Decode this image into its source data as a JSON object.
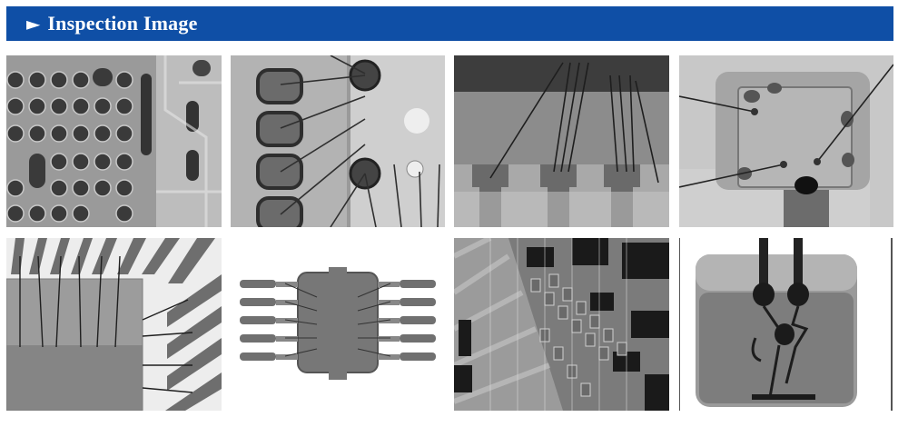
{
  "header": {
    "title": "Inspection Image",
    "marker_icon": "play-triangle-icon",
    "background_color": "#0f4fa6",
    "text_color": "#ffffff"
  },
  "gallery": {
    "rows": 2,
    "columns": 4,
    "tile_count": 8
  }
}
